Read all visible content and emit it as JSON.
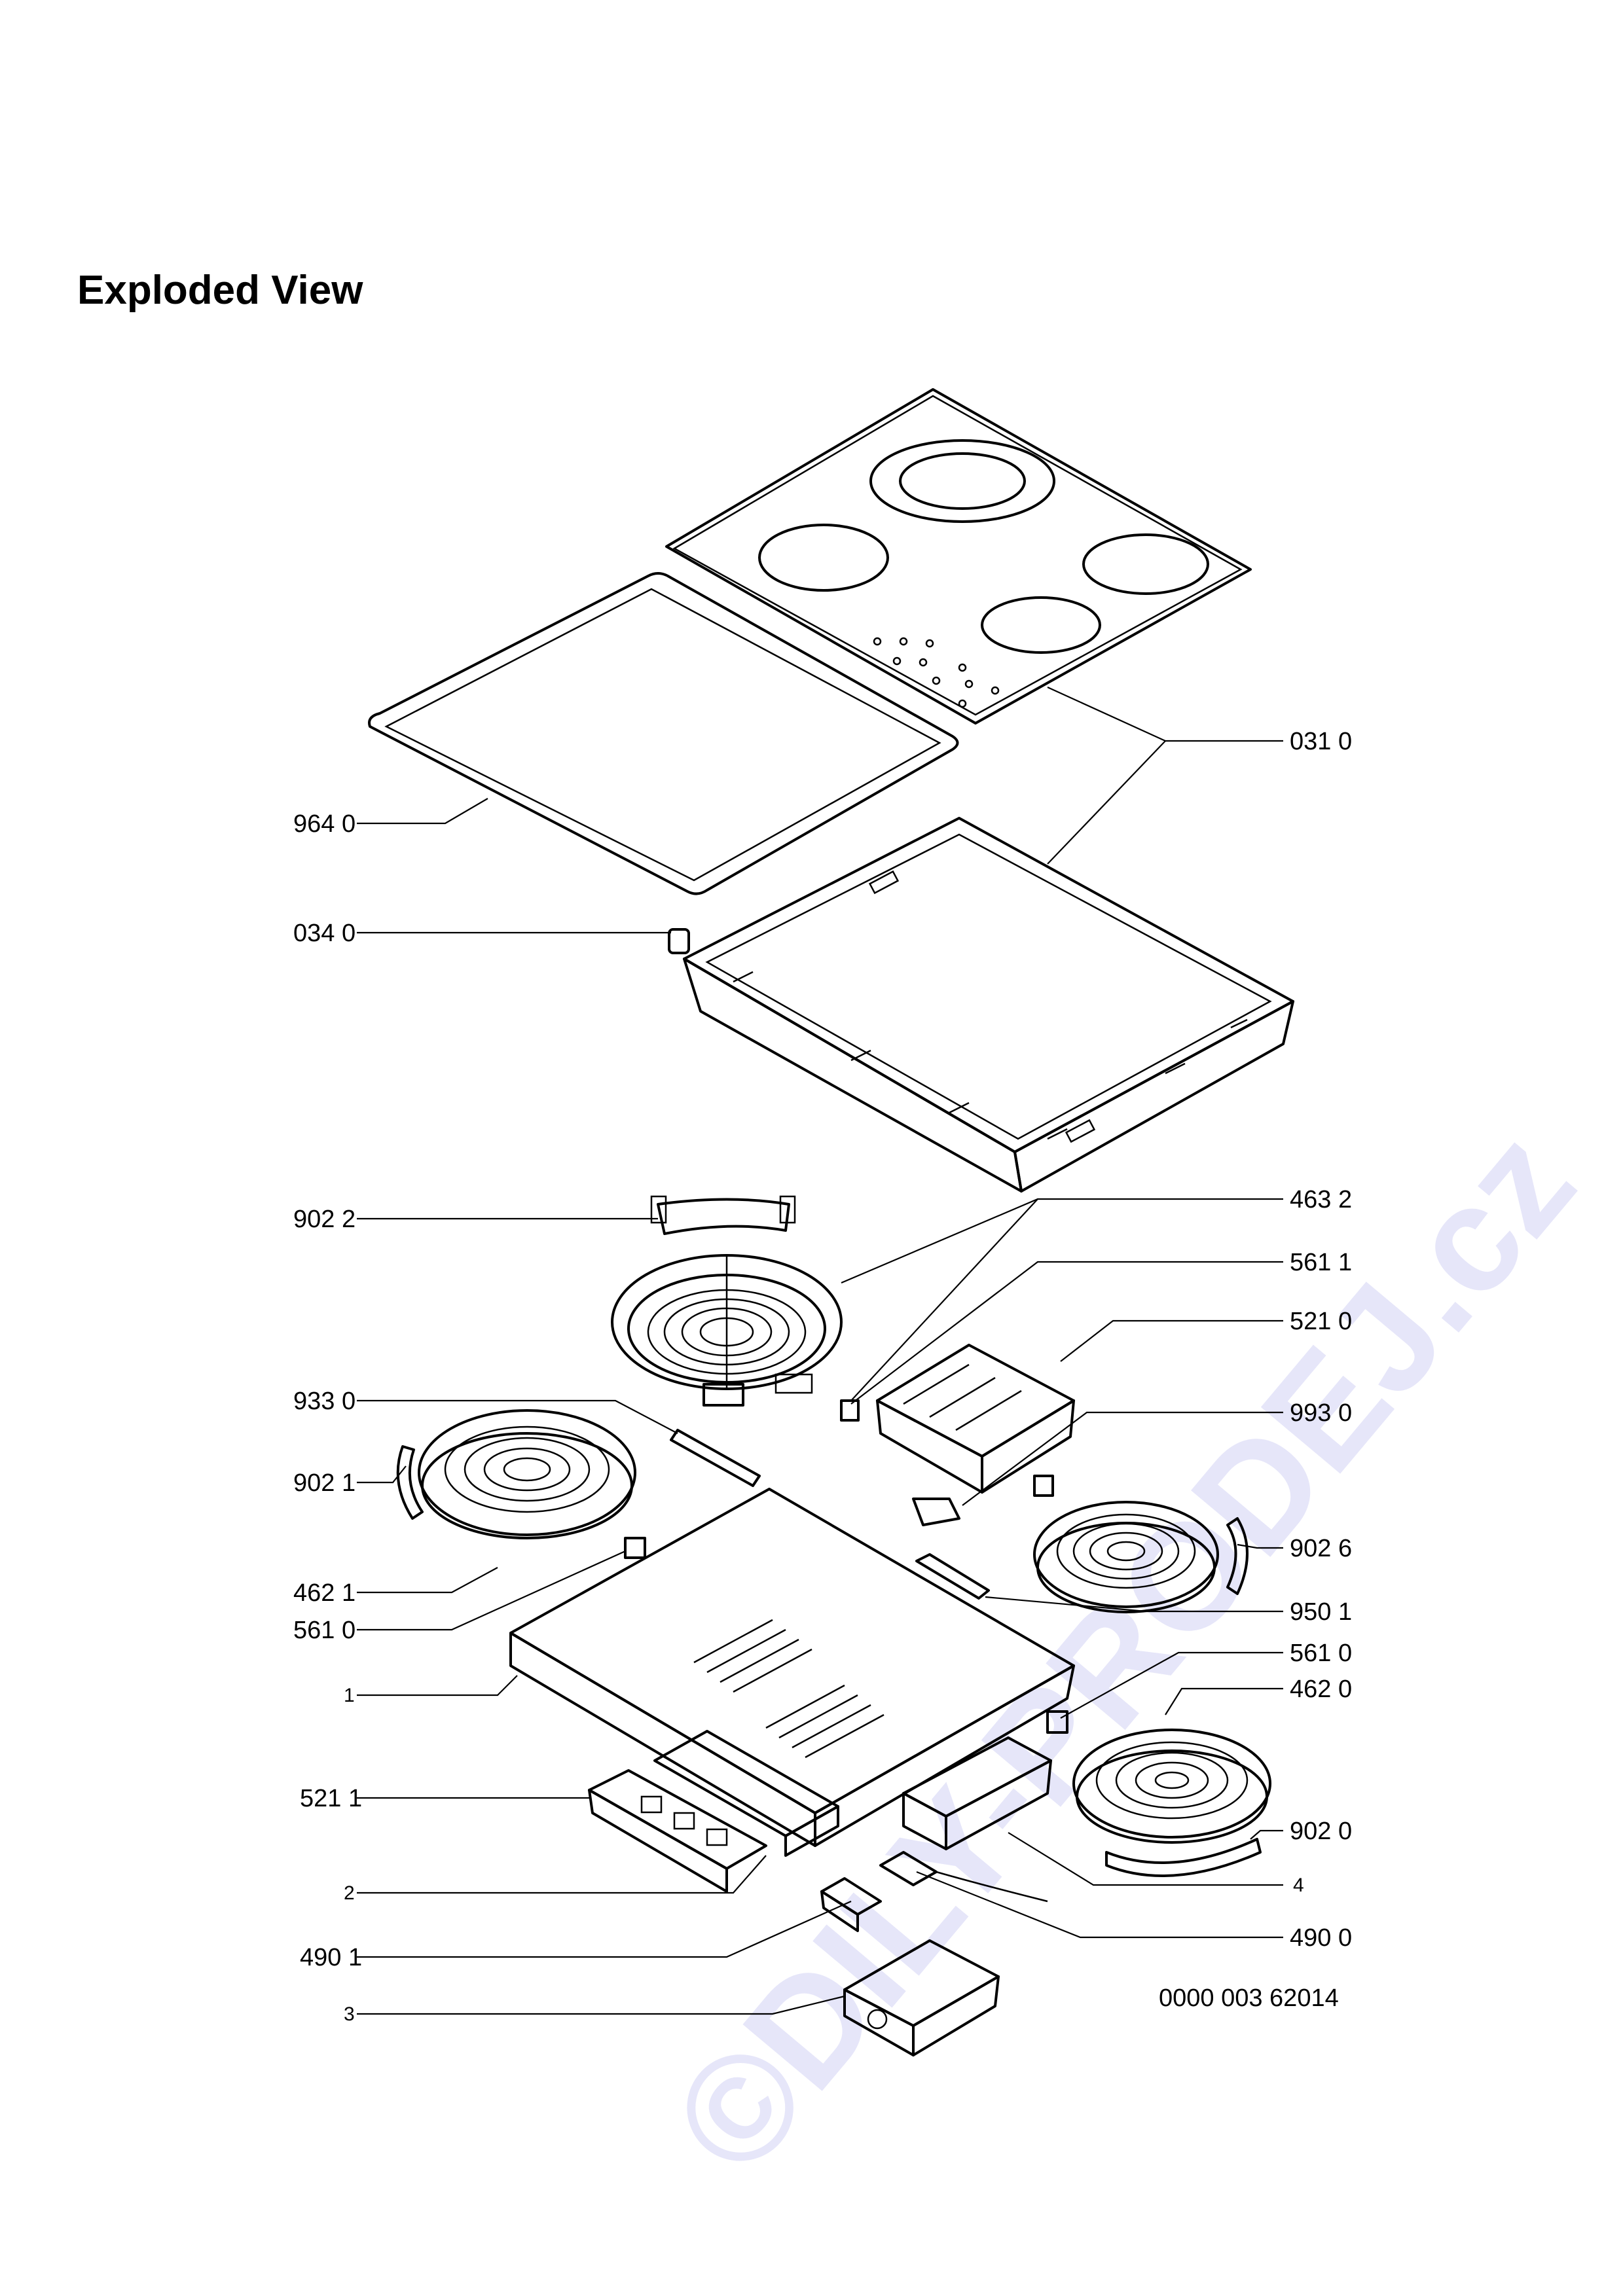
{
  "title": "Exploded View",
  "watermark": "©DILY-PRODEJ.cz",
  "drawing_number": "0000 003 62014",
  "labels": {
    "p031_0": "031 0",
    "p964_0": "964 0",
    "p034_0": "034 0",
    "p902_2": "902 2",
    "p463_2": "463 2",
    "p561_1": "561 1",
    "p521_0": "521 0",
    "p933_0": "933 0",
    "p993_0": "993 0",
    "p902_1": "902 1",
    "p902_6": "902 6",
    "p462_1": "462 1",
    "p950_1": "950 1",
    "p561_0_left": "561 0",
    "p561_0_right": "561 0",
    "p1": "1",
    "p462_0": "462 0",
    "p521_1": "521 1",
    "p902_0": "902 0",
    "p2": "2",
    "p4": "4",
    "p490_1": "490 1",
    "p490_0": "490 0",
    "p3": "3"
  }
}
